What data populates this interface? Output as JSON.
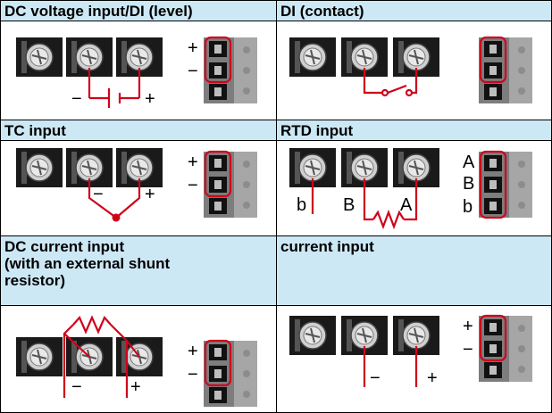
{
  "cells": [
    {
      "title": "DC voltage input/DI (level)"
    },
    {
      "title": "DI (contact)"
    },
    {
      "title": "TC input"
    },
    {
      "title": "RTD input"
    },
    {
      "title": "DC current input\n(with an external shunt\nresistor)"
    },
    {
      "title": "current input"
    }
  ],
  "labels": {
    "plus": "+",
    "minus": "−",
    "rtd_A": "A",
    "rtd_B": "B",
    "rtd_b": "b"
  },
  "colors": {
    "header_bg": "#cde8f5",
    "wire": "#d0021b",
    "terminal_block": "#1a1a1a",
    "connector_body": "#8a8a8a"
  }
}
